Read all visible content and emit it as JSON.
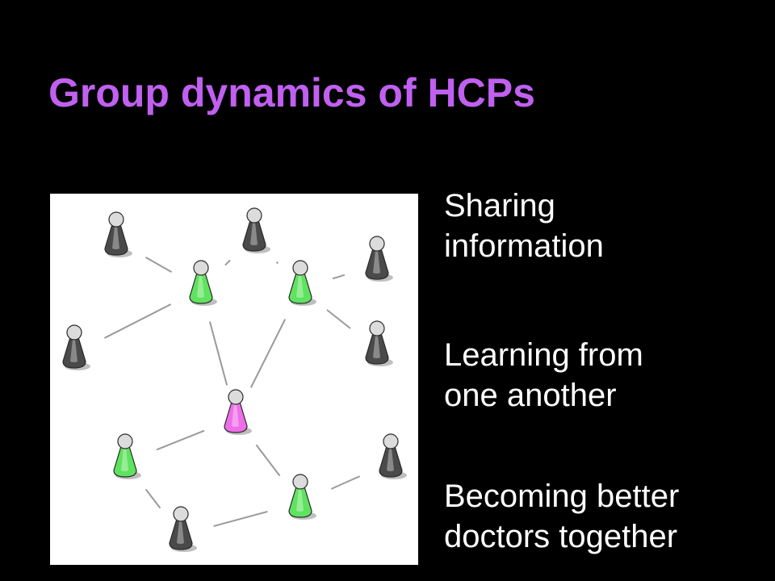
{
  "slide": {
    "title": "Group dynamics of HCPs",
    "bullets": [
      "Sharing\ninformation",
      "Learning from\none another",
      "Becoming better\ndoctors together"
    ]
  },
  "colors": {
    "background": "#000000",
    "title": "#c060f0",
    "bullet_text": "#ffffff",
    "node_gray": "#4a4a4a",
    "node_green": "#5fe35f",
    "node_pink": "#ee6ee8",
    "node_head": "#dcdcdc",
    "link": "#9a9a9a"
  },
  "diagram": {
    "nodes": [
      {
        "id": "n1",
        "color": "gray"
      },
      {
        "id": "n2",
        "color": "gray"
      },
      {
        "id": "n3",
        "color": "gray"
      },
      {
        "id": "n4",
        "color": "green"
      },
      {
        "id": "n5",
        "color": "green"
      },
      {
        "id": "n6",
        "color": "gray"
      },
      {
        "id": "n7",
        "color": "gray"
      },
      {
        "id": "n8",
        "color": "pink"
      },
      {
        "id": "n9",
        "color": "green"
      },
      {
        "id": "n10",
        "color": "gray"
      },
      {
        "id": "n11",
        "color": "green"
      },
      {
        "id": "n12",
        "color": "gray"
      }
    ],
    "links": [
      [
        "n1",
        "n4"
      ],
      [
        "n2",
        "n4"
      ],
      [
        "n2",
        "n5"
      ],
      [
        "n5",
        "n3"
      ],
      [
        "n4",
        "n6"
      ],
      [
        "n5",
        "n7"
      ],
      [
        "n4",
        "n8"
      ],
      [
        "n5",
        "n8"
      ],
      [
        "n8",
        "n9"
      ],
      [
        "n8",
        "n11"
      ],
      [
        "n9",
        "n12"
      ],
      [
        "n12",
        "n11"
      ],
      [
        "n11",
        "n10"
      ]
    ]
  }
}
